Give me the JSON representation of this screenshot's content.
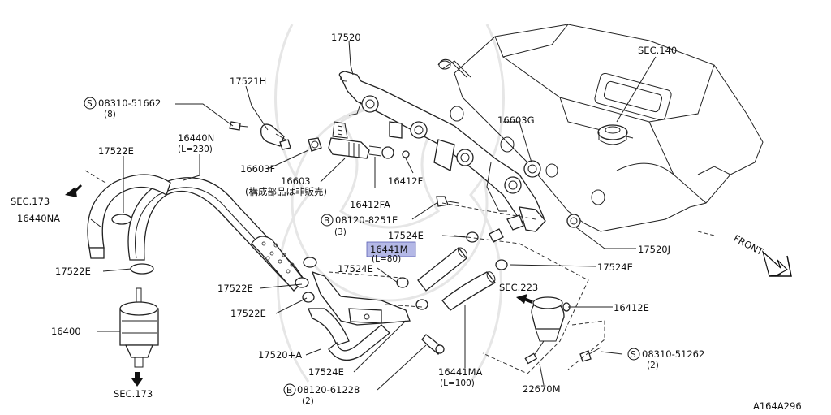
{
  "symbols": {
    "s": "S",
    "b": "B"
  },
  "labels": {
    "p17520": "17520",
    "sec140": "SEC.140",
    "p17521h": "17521H",
    "s08310_51662": "08310-51662",
    "q8": "(8)",
    "p16603g": "16603G",
    "p16440n": "16440N",
    "l230": "(L=230)",
    "p17522e": "17522E",
    "p16603f": "16603F",
    "p16603": "16603",
    "p16412f": "16412F",
    "note_jp": "(構成部品は非販売)",
    "sec173": "SEC.173",
    "p16412fa": "16412FA",
    "p16440na": "16440NA",
    "b08120_8251e": "08120-8251E",
    "q3": "(3)",
    "p17524e": "17524E",
    "front": "FRONT",
    "p16441m": "16441M",
    "l80": "(L=80)",
    "p17520j": "17520J",
    "sec223": "SEC.223",
    "p16412e": "16412E",
    "p16400": "16400",
    "p17520a": "17520+A",
    "s08310_51262": "08310-51262",
    "q2": "(2)",
    "p16441ma": "16441MA",
    "l100": "(L=100)",
    "p22670m": "22670M",
    "b08120_61228": "08120-61228",
    "diagram_id": "A164A296"
  },
  "colors": {
    "highlight": "#b4b8e6",
    "line": "#222222",
    "background": "#ffffff"
  }
}
